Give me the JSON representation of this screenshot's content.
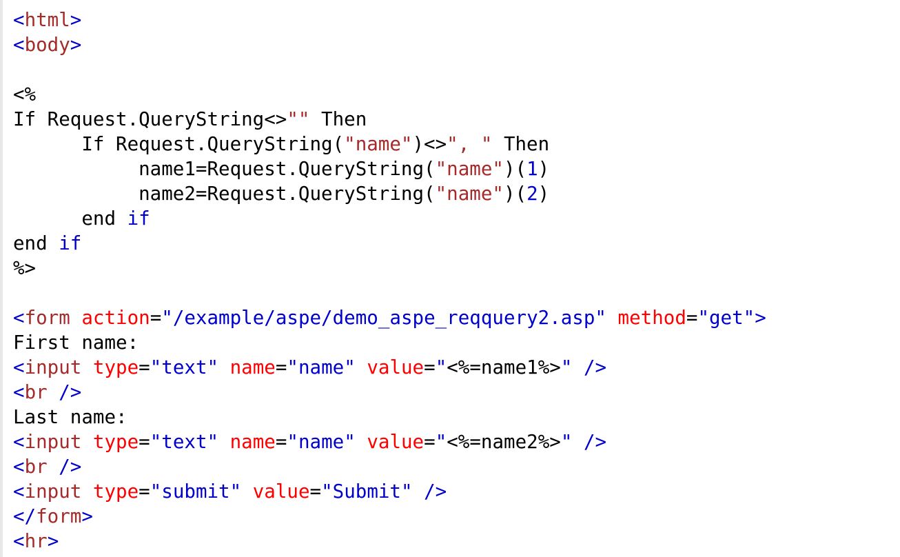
{
  "colors": {
    "background": "#ffffff",
    "gutter": "#e8e8e8",
    "plain_text": "#000000",
    "tag_name": "#a52a2a",
    "bracket": "#0000cd",
    "attribute_name": "#ff0000",
    "attribute_value": "#0000cd",
    "string": "#a52a2a",
    "number": "#0000cd",
    "keyword": "#0000cd"
  },
  "code_lines": [
    [
      {
        "t": "<",
        "k": "bracket"
      },
      {
        "t": "html",
        "k": "tag"
      },
      {
        "t": ">",
        "k": "bracket"
      }
    ],
    [
      {
        "t": "<",
        "k": "bracket"
      },
      {
        "t": "body",
        "k": "tag"
      },
      {
        "t": ">",
        "k": "bracket"
      }
    ],
    [],
    [
      {
        "t": "<%",
        "k": "plain"
      }
    ],
    [
      {
        "t": "If Request.QueryString<>",
        "k": "plain"
      },
      {
        "t": "\"\"",
        "k": "string"
      },
      {
        "t": " Then",
        "k": "plain"
      }
    ],
    [
      {
        "t": "      If Request.QueryString(",
        "k": "plain"
      },
      {
        "t": "\"name\"",
        "k": "string"
      },
      {
        "t": ")<>",
        "k": "plain"
      },
      {
        "t": "\", \"",
        "k": "string"
      },
      {
        "t": " Then",
        "k": "plain"
      }
    ],
    [
      {
        "t": "           name1=Request.QueryString(",
        "k": "plain"
      },
      {
        "t": "\"name\"",
        "k": "string"
      },
      {
        "t": ")(",
        "k": "plain"
      },
      {
        "t": "1",
        "k": "number"
      },
      {
        "t": ")",
        "k": "plain"
      }
    ],
    [
      {
        "t": "           name2=Request.QueryString(",
        "k": "plain"
      },
      {
        "t": "\"name\"",
        "k": "string"
      },
      {
        "t": ")(",
        "k": "plain"
      },
      {
        "t": "2",
        "k": "number"
      },
      {
        "t": ")",
        "k": "plain"
      }
    ],
    [
      {
        "t": "      end ",
        "k": "plain"
      },
      {
        "t": "if",
        "k": "keyword"
      }
    ],
    [
      {
        "t": "end ",
        "k": "plain"
      },
      {
        "t": "if",
        "k": "keyword"
      }
    ],
    [
      {
        "t": "%>",
        "k": "plain"
      }
    ],
    [],
    [
      {
        "t": "<",
        "k": "bracket"
      },
      {
        "t": "form",
        "k": "tag"
      },
      {
        "t": " ",
        "k": "plain"
      },
      {
        "t": "action",
        "k": "attr"
      },
      {
        "t": "=",
        "k": "plain"
      },
      {
        "t": "\"/example/aspe/demo_aspe_reqquery2.asp\"",
        "k": "value"
      },
      {
        "t": " ",
        "k": "plain"
      },
      {
        "t": "method",
        "k": "attr"
      },
      {
        "t": "=",
        "k": "plain"
      },
      {
        "t": "\"get\"",
        "k": "value"
      },
      {
        "t": ">",
        "k": "bracket"
      }
    ],
    [
      {
        "t": "First name:",
        "k": "plain"
      }
    ],
    [
      {
        "t": "<",
        "k": "bracket"
      },
      {
        "t": "input",
        "k": "tag"
      },
      {
        "t": " ",
        "k": "plain"
      },
      {
        "t": "type",
        "k": "attr"
      },
      {
        "t": "=",
        "k": "plain"
      },
      {
        "t": "\"text\"",
        "k": "value"
      },
      {
        "t": " ",
        "k": "plain"
      },
      {
        "t": "name",
        "k": "attr"
      },
      {
        "t": "=",
        "k": "plain"
      },
      {
        "t": "\"name\"",
        "k": "value"
      },
      {
        "t": " ",
        "k": "plain"
      },
      {
        "t": "value",
        "k": "attr"
      },
      {
        "t": "=",
        "k": "plain"
      },
      {
        "t": "\"",
        "k": "value"
      },
      {
        "t": "<%=name1%>",
        "k": "plain"
      },
      {
        "t": "\"",
        "k": "value"
      },
      {
        "t": " />",
        "k": "bracket"
      }
    ],
    [
      {
        "t": "<",
        "k": "bracket"
      },
      {
        "t": "br",
        "k": "tag"
      },
      {
        "t": " />",
        "k": "bracket"
      }
    ],
    [
      {
        "t": "Last name:",
        "k": "plain"
      }
    ],
    [
      {
        "t": "<",
        "k": "bracket"
      },
      {
        "t": "input",
        "k": "tag"
      },
      {
        "t": " ",
        "k": "plain"
      },
      {
        "t": "type",
        "k": "attr"
      },
      {
        "t": "=",
        "k": "plain"
      },
      {
        "t": "\"text\"",
        "k": "value"
      },
      {
        "t": " ",
        "k": "plain"
      },
      {
        "t": "name",
        "k": "attr"
      },
      {
        "t": "=",
        "k": "plain"
      },
      {
        "t": "\"name\"",
        "k": "value"
      },
      {
        "t": " ",
        "k": "plain"
      },
      {
        "t": "value",
        "k": "attr"
      },
      {
        "t": "=",
        "k": "plain"
      },
      {
        "t": "\"",
        "k": "value"
      },
      {
        "t": "<%=name2%>",
        "k": "plain"
      },
      {
        "t": "\"",
        "k": "value"
      },
      {
        "t": " />",
        "k": "bracket"
      }
    ],
    [
      {
        "t": "<",
        "k": "bracket"
      },
      {
        "t": "br",
        "k": "tag"
      },
      {
        "t": " />",
        "k": "bracket"
      }
    ],
    [
      {
        "t": "<",
        "k": "bracket"
      },
      {
        "t": "input",
        "k": "tag"
      },
      {
        "t": " ",
        "k": "plain"
      },
      {
        "t": "type",
        "k": "attr"
      },
      {
        "t": "=",
        "k": "plain"
      },
      {
        "t": "\"submit\"",
        "k": "value"
      },
      {
        "t": " ",
        "k": "plain"
      },
      {
        "t": "value",
        "k": "attr"
      },
      {
        "t": "=",
        "k": "plain"
      },
      {
        "t": "\"Submit\"",
        "k": "value"
      },
      {
        "t": " />",
        "k": "bracket"
      }
    ],
    [
      {
        "t": "</",
        "k": "bracket"
      },
      {
        "t": "form",
        "k": "tag"
      },
      {
        "t": ">",
        "k": "bracket"
      }
    ],
    [
      {
        "t": "<",
        "k": "bracket"
      },
      {
        "t": "hr",
        "k": "tag"
      },
      {
        "t": ">",
        "k": "bracket"
      }
    ]
  ]
}
